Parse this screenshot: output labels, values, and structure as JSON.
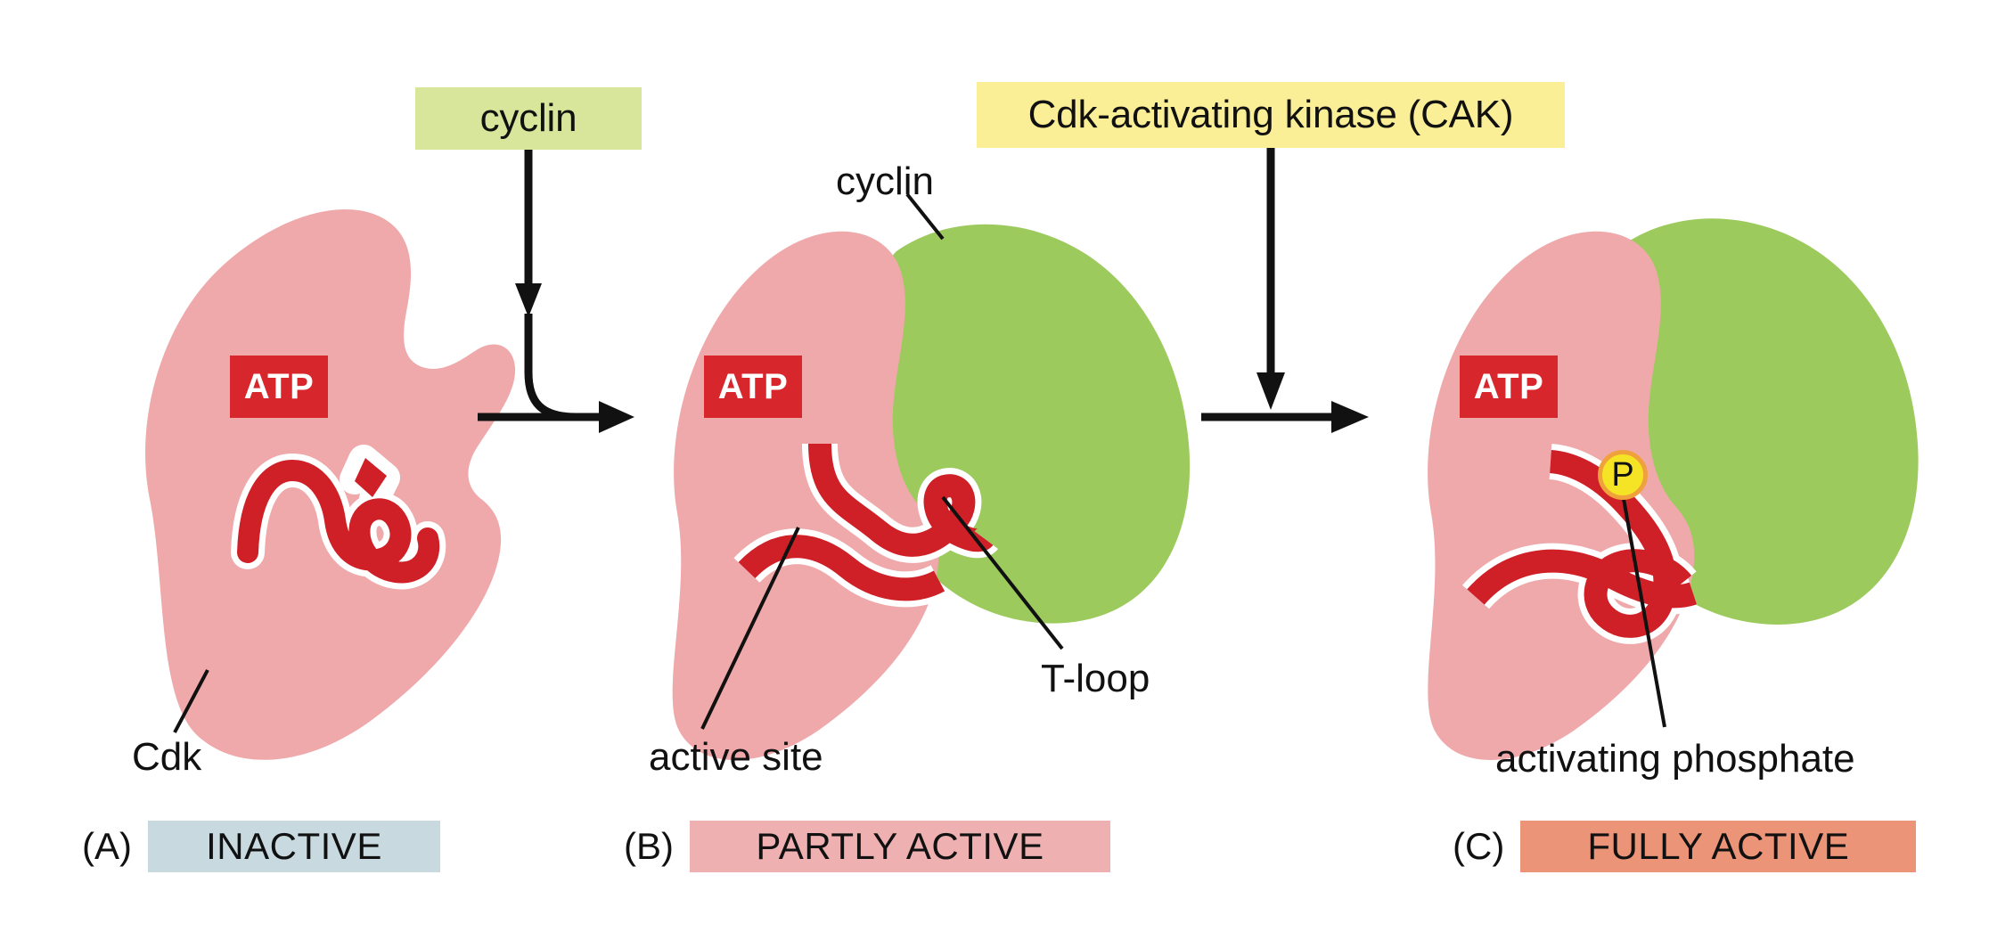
{
  "diagram": {
    "title": "Cdk activation by cyclin binding and CAK phosphorylation",
    "colors": {
      "cdk_pink": "#efa9ab",
      "cyclin_green": "#9cca5d",
      "t_loop_red": "#cf2027",
      "atp_red": "#d8272c",
      "phosphate_yellow": "#f5e425",
      "phosphate_ring": "#efa13c",
      "cyclin_box_green": "#d7e69a",
      "cak_box_yellow": "#faee97",
      "inactive_chip": "#c8d9e0",
      "partly_active_chip": "#efb0b2",
      "fully_active_chip": "#ec9478",
      "outline_black": "#111111",
      "background": "#ffffff"
    }
  },
  "inputs": {
    "cyclin_label": "cyclin",
    "cak_label": "Cdk-activating kinase (CAK)"
  },
  "panels": [
    {
      "letter": "(A)",
      "status": "INACTIVE",
      "atp_label": "ATP",
      "annotations": [
        {
          "name": "cdk",
          "text": "Cdk"
        }
      ]
    },
    {
      "letter": "(B)",
      "status": "PARTLY ACTIVE",
      "atp_label": "ATP",
      "annotations": [
        {
          "name": "cyclin",
          "text": "cyclin"
        },
        {
          "name": "active-site",
          "text": "active site"
        },
        {
          "name": "t-loop",
          "text": "T-loop"
        }
      ]
    },
    {
      "letter": "(C)",
      "status": "FULLY ACTIVE",
      "atp_label": "ATP",
      "phosphate_symbol": "P",
      "annotations": [
        {
          "name": "activating-phosphate",
          "text": "activating phosphate"
        }
      ]
    }
  ]
}
